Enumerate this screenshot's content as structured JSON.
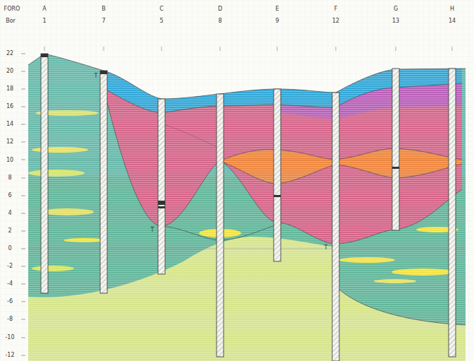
{
  "diagram": {
    "labels": [
      "FORO",
      "A",
      "B",
      "C",
      "D",
      "E",
      "F",
      "G",
      "H",
      "Bor",
      "1",
      "7",
      "5",
      "8",
      "9",
      "12",
      "13",
      "14",
      "22",
      "20",
      "18",
      "16",
      "14",
      "12",
      "10",
      "8",
      "6",
      "4",
      "2",
      "0",
      "-2",
      "-4",
      "-6",
      "-8",
      "-10",
      "-12",
      "T",
      "T",
      "T"
    ]
  }
}
